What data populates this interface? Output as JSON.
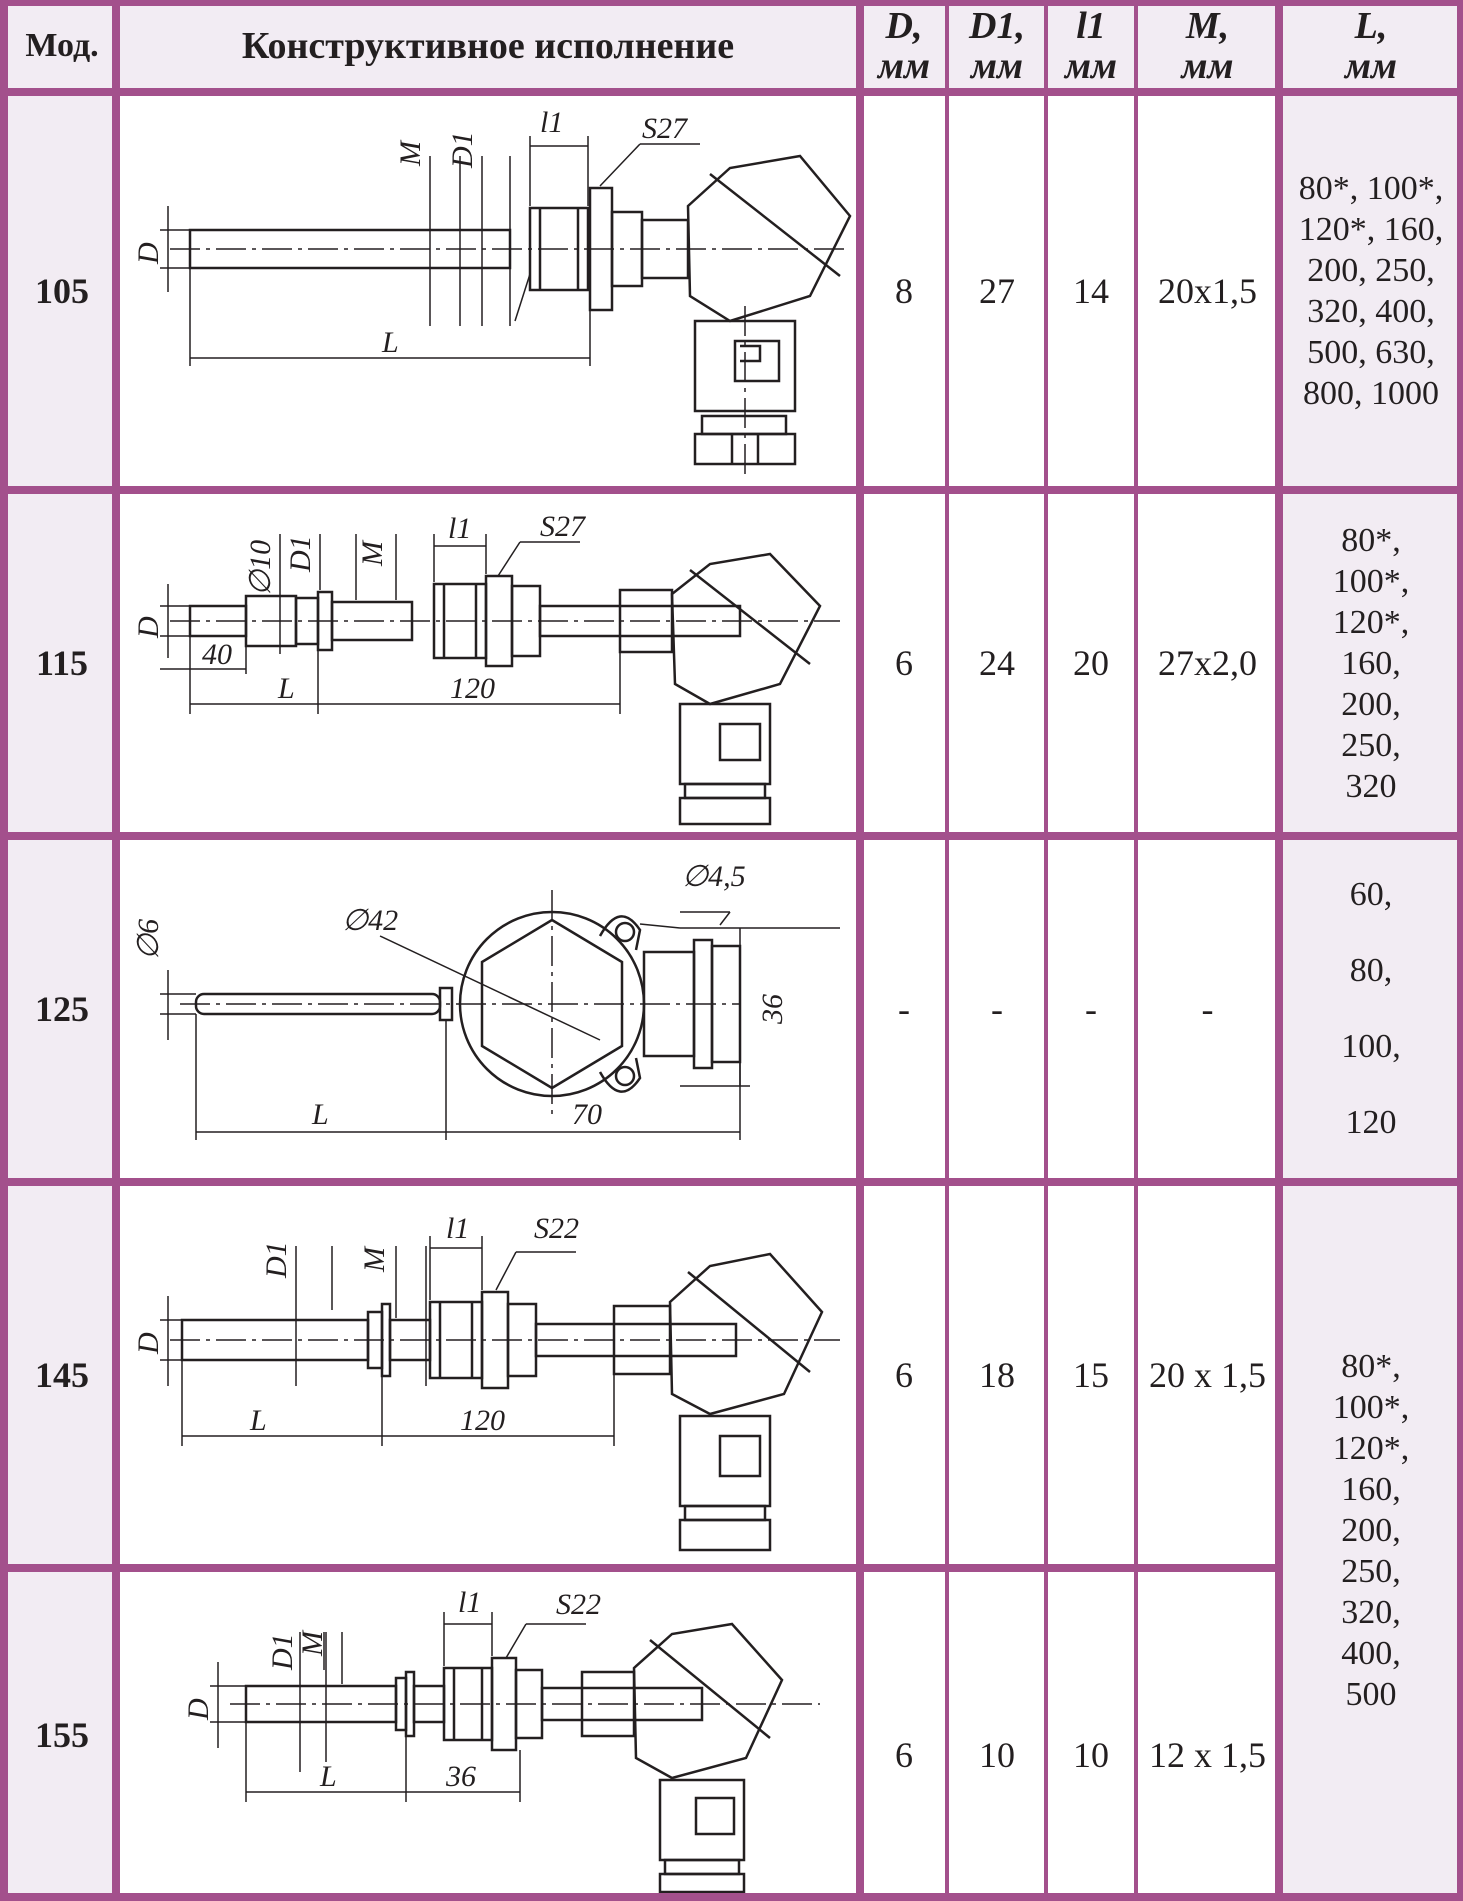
{
  "header": {
    "model": "Мод.",
    "design": "Конструктивное исполнение",
    "d": {
      "name": "D,",
      "unit": "мм"
    },
    "d1": {
      "name": "D1,",
      "unit": "мм"
    },
    "l1": {
      "name": "l1",
      "unit": "мм"
    },
    "m": {
      "name": "M,",
      "unit": "мм"
    },
    "l": {
      "name": "L,",
      "unit": "мм"
    }
  },
  "rows": [
    {
      "model": "105",
      "d": "8",
      "d1": "27",
      "l1": "14",
      "m": "20x1,5",
      "l": "80*, 100*,\n120*, 160,\n200, 250,\n320, 400,\n500, 630,\n800, 1000"
    },
    {
      "model": "115",
      "d": "6",
      "d1": "24",
      "l1": "20",
      "m": "27x2,0",
      "l": "80*,\n100*,\n120*,\n160,\n200,\n250,\n320"
    },
    {
      "model": "125",
      "d": "-",
      "d1": "-",
      "l1": "-",
      "m": "-",
      "l": "60,\n\n80,\n\n100,\n\n120"
    },
    {
      "model": "145",
      "d": "6",
      "d1": "18",
      "l1": "15",
      "m": "20 x 1,5"
    },
    {
      "model": "155",
      "d": "6",
      "d1": "10",
      "l1": "10",
      "m": "12 x 1,5"
    }
  ],
  "shared_l": "80*,\n100*,\n120*,\n160,\n200,\n250,\n320,\n400,\n500",
  "drawings": {
    "d105": {
      "m": "M",
      "d1": "D1",
      "l1": "l1",
      "s": "S27",
      "d": "D",
      "l": "L"
    },
    "d115": {
      "dia": "∅10",
      "d1": "D1",
      "m": "M",
      "l1": "l1",
      "s": "S27",
      "d": "D",
      "len40": "40",
      "l": "L",
      "len120": "120"
    },
    "d125": {
      "dia6": "∅6",
      "dia42": "∅42",
      "dia45": "∅4,5",
      "h36": "36",
      "l": "L",
      "len70": "70"
    },
    "d145": {
      "d1": "D1",
      "m": "M",
      "l1": "l1",
      "s": "S22",
      "d": "D",
      "l": "L",
      "len120": "120"
    },
    "d155": {
      "d1": "D1",
      "m": "M",
      "l1": "l1",
      "s": "S22",
      "d": "D",
      "l": "L",
      "len36": "36"
    }
  }
}
